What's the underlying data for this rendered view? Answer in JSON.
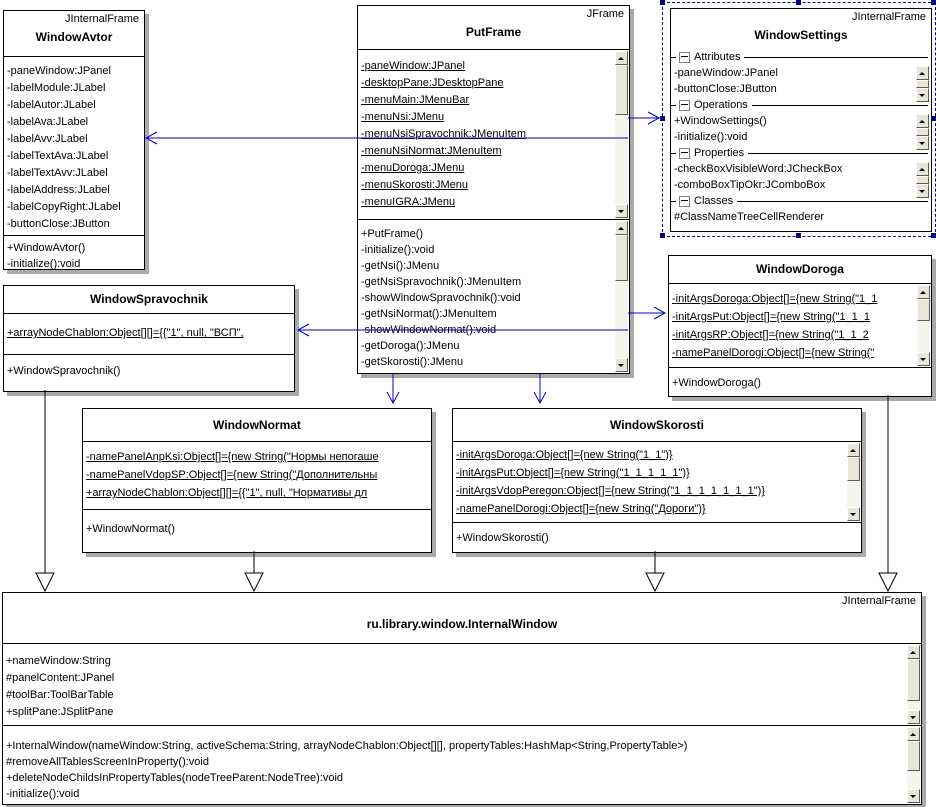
{
  "colors": {
    "connector": "#0000cc",
    "selection": "#000080",
    "shadow": "#a9a9a9",
    "sbface": "#e8e5da",
    "sbtrack": "#f5f4ee"
  },
  "classes": {
    "windowAvtor": {
      "stereotype": "JInternalFrame",
      "name": "WindowAvtor",
      "attributes": [
        "-paneWindow:JPanel",
        "-labelModule:JLabel",
        "-labelAutor:JLabel",
        "-labelAva:JLabel",
        "-labelAvv:JLabel",
        "-labelTextAva:JLabel",
        "-labelTextAvv:JLabel",
        "-labelAddress:JLabel",
        "-labelCopyRight:JLabel",
        "-buttonClose:JButton"
      ],
      "operations": [
        "+WindowAvtor()",
        "-initialize():void"
      ]
    },
    "putFrame": {
      "stereotype": "JFrame",
      "name": "PutFrame",
      "attributes": [
        "-paneWindow:JPanel",
        "-desktopPane:JDesktopPane",
        "-menuMain:JMenuBar",
        "-menuNsi:JMenu",
        "-menuNsiSpravochnik:JMenuItem",
        "-menuNsiNormat:JMenuItem",
        "-menuDoroga:JMenu",
        "-menuSkorosti:JMenu",
        "-menuIGRA:JMenu"
      ],
      "operations": [
        "+PutFrame()",
        "-initialize():void",
        "-getNsi():JMenu",
        "-getNsiSpravochnik():JMenuItem",
        "-showWindowSpravochnik():void",
        "-getNsiNormat():JMenuItem",
        "-showWindowNormat():void",
        "-getDoroga():JMenu",
        "-getSkorosti():JMenu"
      ]
    },
    "windowSettings": {
      "stereotype": "JInternalFrame",
      "name": "WindowSettings",
      "sections": [
        {
          "label": "Attributes",
          "items": [
            "-paneWindow:JPanel",
            "-buttonClose:JButton"
          ]
        },
        {
          "label": "Operations",
          "items": [
            "+WindowSettings()",
            "-initialize():void"
          ]
        },
        {
          "label": "Properties",
          "items": [
            "-checkBoxVisibleWord:JCheckBox",
            "-comboBoxTipOkr:JComboBox"
          ]
        },
        {
          "label": "Classes",
          "items": [
            "#ClassNameTreeCellRenderer"
          ]
        }
      ]
    },
    "windowSpravochnik": {
      "name": "WindowSpravochnik",
      "attributes": [
        "+arrayNodeChablon:Object[][]={{\"1\", null, \"ВСП\","
      ],
      "operations": [
        "+WindowSpravochnik()"
      ]
    },
    "windowDoroga": {
      "name": "WindowDoroga",
      "attributes": [
        "-initArgsDoroga:Object[]={new String(\"1_1",
        "-initArgsPut:Object[]={new String(\"1_1_1",
        "-initArgsRP:Object[]={new String(\"1_1_2",
        "-namePanelDorogi:Object[]={new String(\""
      ],
      "operations": [
        "+WindowDoroga()"
      ]
    },
    "windowNormat": {
      "name": "WindowNormat",
      "attributes": [
        "-namePanelAnpKsi:Object[]={new String(\"Нормы непогаше",
        "-namePanelVdopSP:Object[]={new String(\"Дополнительны",
        "+arrayNodeChablon:Object[][]={{\"1\", null, \"Нормативы дл"
      ],
      "operations": [
        "+WindowNormat()"
      ]
    },
    "windowSkorosti": {
      "name": "WindowSkorosti",
      "attributes": [
        "-initArgsDoroga:Object[]={new String(\"1_1\")}",
        "-initArgsPut:Object[]={new String(\"1_1_1_1_1\")}",
        "-initArgsVdopPeregon:Object[]={new String(\"1_1_1_1_1_1_1\")}",
        "-namePanelDorogi:Object[]={new String(\"Дороги\")}"
      ],
      "operations": [
        "+WindowSkorosti()"
      ]
    },
    "internalWindow": {
      "stereotype": "JInternalFrame",
      "name": "ru.library.window.InternalWindow",
      "attributes": [
        "+nameWindow:String",
        "#panelContent:JPanel",
        "#toolBar:ToolBarTable",
        "+splitPane:JSplitPane"
      ],
      "operations": [
        "+InternalWindow(nameWindow:String, activeSchema:String, arrayNodeChablon:Object[][], propertyTables:HashMap<String,PropertyTable>)",
        "#removeAllTablesScreenInProperty():void",
        "+deleteNodeChildsInPropertyTables(nodeTreeParent:NodeTree):void",
        "-initialize():void"
      ]
    }
  }
}
